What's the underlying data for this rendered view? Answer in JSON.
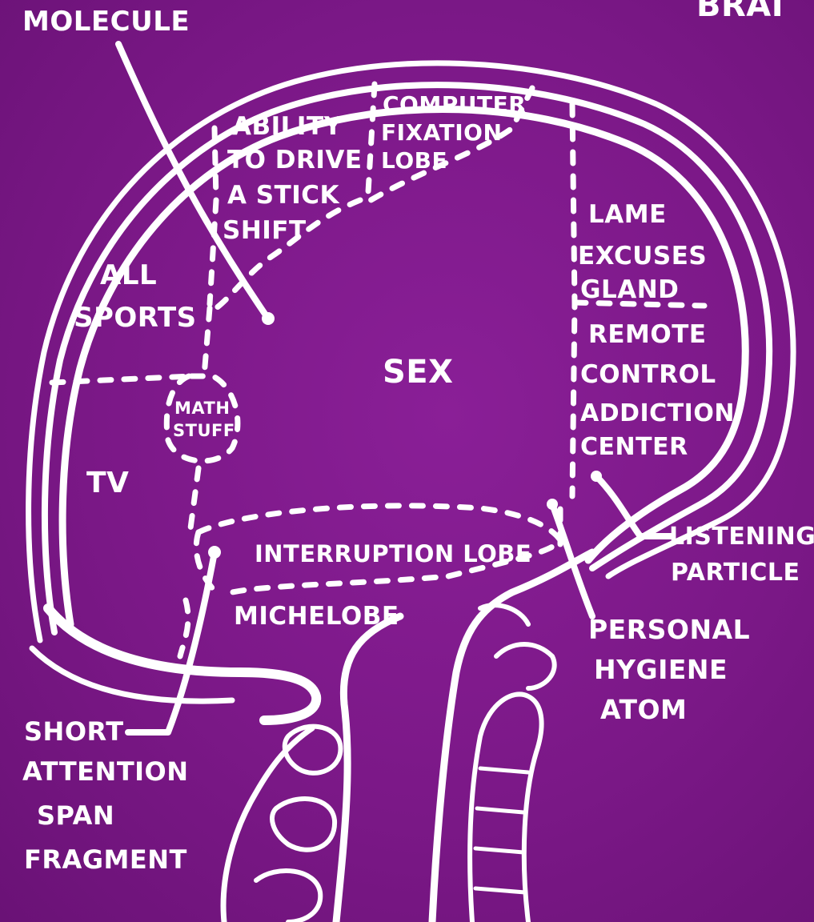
{
  "colors": {
    "background": "#7b1887",
    "ink": "#ffffff"
  },
  "header_fragment": "BRAI",
  "callouts": {
    "molecule": "MOLECULE",
    "listening_1": "LISTENING",
    "listening_2": "PARTICLE",
    "hygiene_1": "PERSONAL",
    "hygiene_2": "HYGIENE",
    "hygiene_3": "ATOM",
    "attention_1": "SHORT",
    "attention_2": "ATTENTION",
    "attention_3": "SPAN",
    "attention_4": "FRAGMENT"
  },
  "regions": {
    "computer_1": "COMPUTER",
    "computer_2": "FIXATION",
    "computer_3": "LOBE",
    "stick_1": "ABILITY",
    "stick_2": "TO DRIVE",
    "stick_3": "A STICK",
    "stick_4": "SHIFT",
    "sports_1": "ALL",
    "sports_2": "SPORTS",
    "sex": "SEX",
    "lame_1": "LAME",
    "lame_2": "EXCUSES",
    "lame_3": "GLAND",
    "remote_1": "REMOTE",
    "remote_2": "CONTROL",
    "remote_3": "ADDICTION",
    "remote_4": "CENTER",
    "math_1": "MATH",
    "math_2": "STUFF",
    "tv": "TV",
    "interruption": "INTERRUPTION LOBE",
    "michelobe": "MICHELOBE"
  }
}
